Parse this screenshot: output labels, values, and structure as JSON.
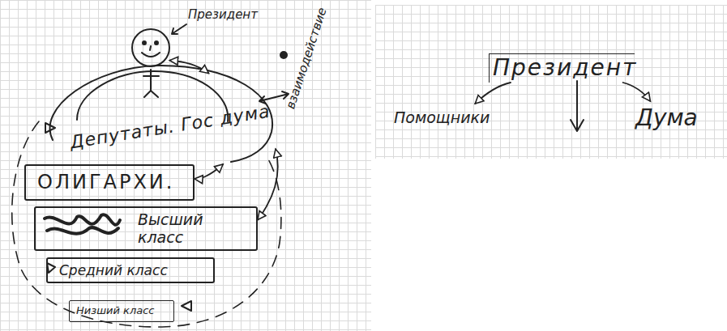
{
  "diagram": {
    "nodes": [
      {
        "text": [
          "Депутаты. Гос дума"
        ]
      },
      {
        "text": [
          "Президент"
        ]
      },
      {
        "text": [
          "ОЛИГАРХИ."
        ]
      },
      {
        "text": [
          "Высший класс"
        ]
      },
      {
        "text": [
          "Средний класс"
        ]
      },
      {
        "text": [
          "Низший класс"
        ]
      },
      {
        "text": [
          "Президент"
        ]
      },
      {
        "text": [
          "Помощники"
        ]
      },
      {
        "text": [
          "Дума"
        ]
      }
    ],
    "edges": [
      {
        "from": 1,
        "to": 0,
        "arrow": "both"
      },
      {
        "from": 0,
        "to": 2,
        "arrow": "both"
      },
      {
        "from": 0,
        "to": 3,
        "arrow": "both"
      },
      {
        "from": 6,
        "to": 7,
        "arrow": "to"
      },
      {
        "from": 6,
        "to": 8,
        "arrow": "to"
      }
    ],
    "labels": [
      "взаимодействие"
    ]
  }
}
